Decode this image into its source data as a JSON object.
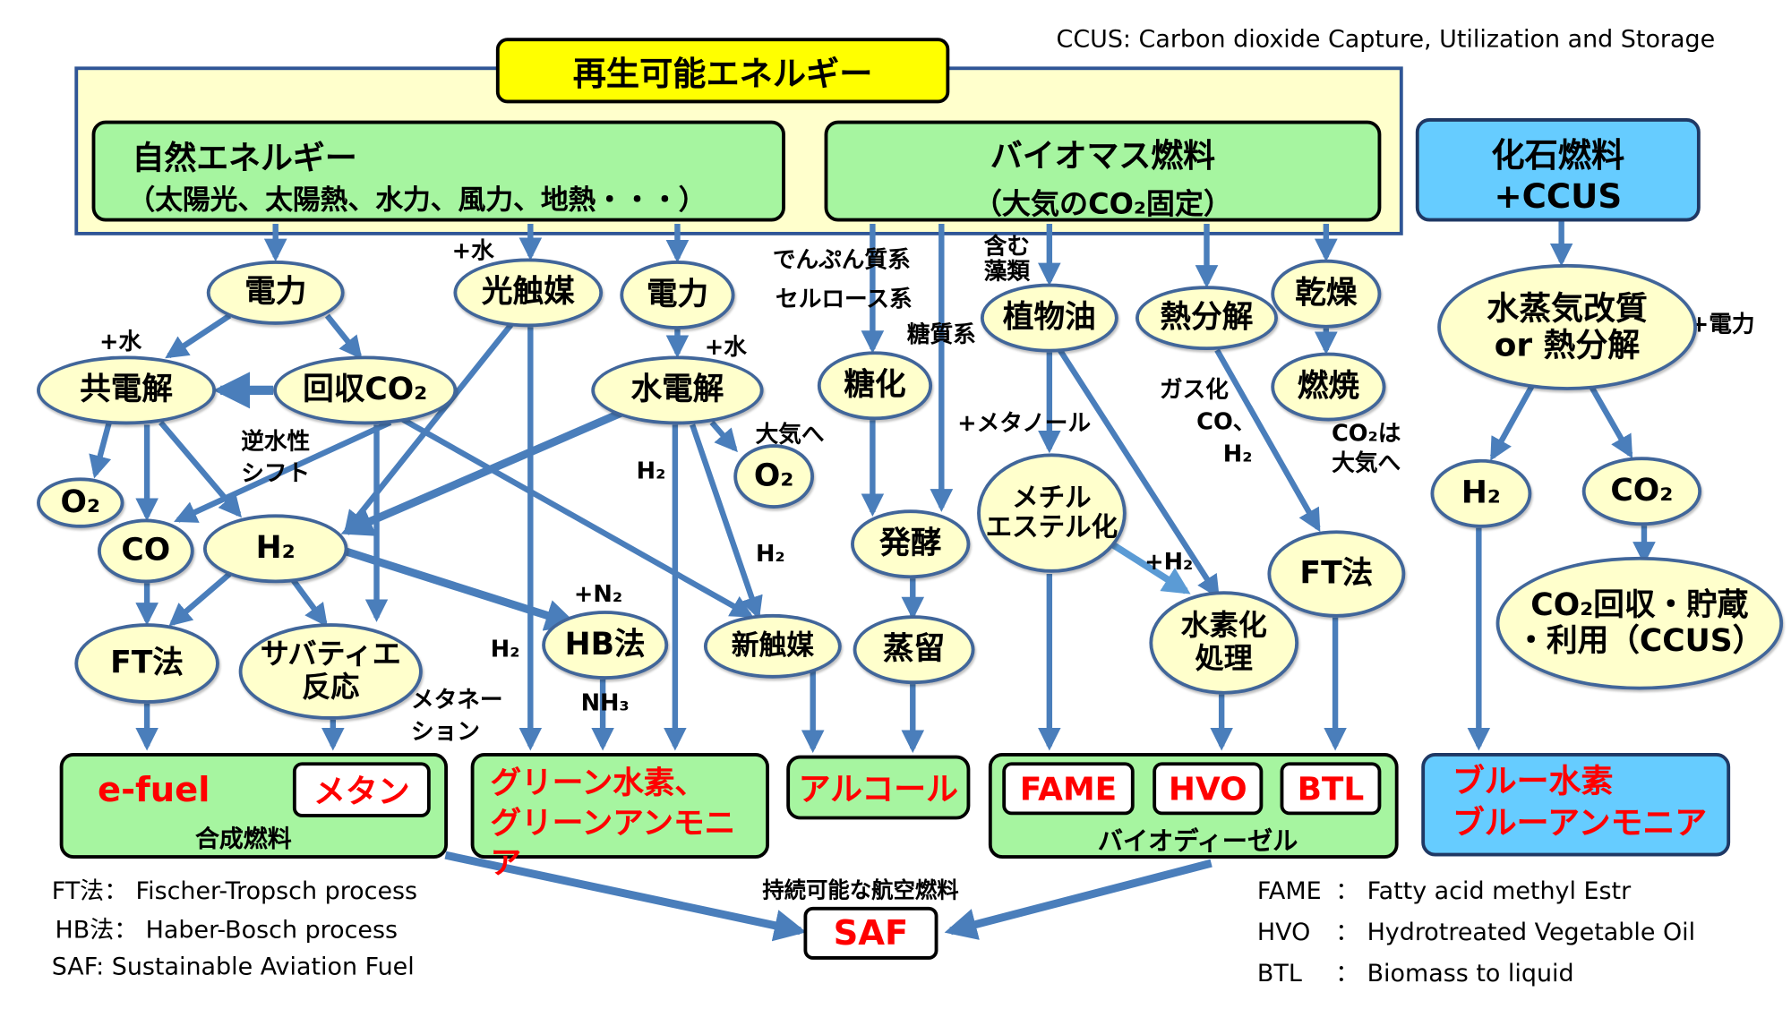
{
  "note_ccus": "CCUS: Carbon dioxide Capture, Utilization and Storage",
  "top": {
    "title": "再生可能エネルギー"
  },
  "sources": {
    "natural": {
      "title": "自然エネルギー",
      "sub": "（太陽光、太陽熱、水力、風力、地熱・・・）"
    },
    "biomass": {
      "title": "バイオマス燃料",
      "sub": "（大気のCO₂固定）"
    },
    "fossil": {
      "title": "化石燃料",
      "sub": "+CCUS"
    }
  },
  "nodes": {
    "power1": "電力",
    "photocatalyst": "光触媒",
    "power2": "電力",
    "coelectrolysis": "共電解",
    "recovered_co2": "回収CO₂",
    "water_electrolysis": "水電解",
    "o2_left": "O₂",
    "co": "CO",
    "h2": "H₂",
    "o2_mid": "O₂",
    "ft_left": "FT法",
    "sabatier": [
      "サバティエ",
      "反応"
    ],
    "hb": "HB法",
    "new_catalyst": "新触媒",
    "saccharification": "糖化",
    "fermentation": "発酵",
    "distillation": "蒸留",
    "vegetable_oil": "植物油",
    "methyl_ester": [
      "メチル",
      "エステル化"
    ],
    "pyrolysis": "熱分解",
    "drying": "乾燥",
    "combustion": "燃焼",
    "hydrotreating": [
      "水素化",
      "処理"
    ],
    "ft_right": "FT法",
    "steam_reforming": [
      "水蒸気改質",
      "or 熱分解"
    ],
    "h2_right": "H₂",
    "co2_right": "CO₂",
    "ccus": [
      "CO₂回収・貯蔵",
      "・利用（CCUS）"
    ]
  },
  "labels": {
    "water_plus_photo": "+水",
    "water_plus_co": "+水",
    "water_plus_elec": "+水",
    "starch": "でんぷん質系",
    "cellulose": "セルロース系",
    "sugar": "糖質系",
    "algae": [
      "含む",
      "藻類"
    ],
    "rwgs": [
      "逆水性",
      "シフト"
    ],
    "to_atmosphere": "大気へ",
    "h2_a": "H₂",
    "h2_b": "H₂",
    "n2_plus": "+N₂",
    "h2_c": "H₂",
    "nh3": "NH₃",
    "methanation": [
      "メタネー",
      "ション"
    ],
    "methanol_plus": "+メタノール",
    "gasification": "ガス化",
    "co_comma": "CO、",
    "h2_d": "H₂",
    "co2_to_air": [
      "CO₂は",
      "大気へ"
    ],
    "h2_plus": "+H₂",
    "power_plus": "+電力"
  },
  "products": {
    "efuel": {
      "title": "e-fuel",
      "methane": "メタン",
      "sub": "合成燃料"
    },
    "green": [
      "グリーン水素、",
      "グリーンアンモニア"
    ],
    "alcohol": "アルコール",
    "biodiesel": {
      "fame": "FAME",
      "hvo": "HVO",
      "btl": "BTL",
      "sub": "バイオディーゼル"
    },
    "blue": [
      "ブルー水素",
      "ブルーアンモニア"
    ],
    "saf": "SAF",
    "saf_caption": "持続可能な航空燃料"
  },
  "legend_left": [
    "FT法： Fischer-Tropsch process",
    "HB法： Haber-Bosch process",
    "SAF: Sustainable Aviation Fuel"
  ],
  "legend_right": [
    {
      "abbr": "FAME",
      "text": "：  Fatty acid methyl Estr"
    },
    {
      "abbr": "HVO",
      "text": "：  Hydrotreated Vegetable Oil"
    },
    {
      "abbr": "BTL",
      "text": "：  Biomass to liquid"
    }
  ],
  "colors": {
    "arrow": "#4a7ebb",
    "arrow_light": "#5b9bd5",
    "node_fill": "#ffffcc",
    "green_box": "#a6f5a0",
    "blue_box": "#66ccff",
    "title_box": "#ffff00",
    "product_text": "#ff0000"
  }
}
